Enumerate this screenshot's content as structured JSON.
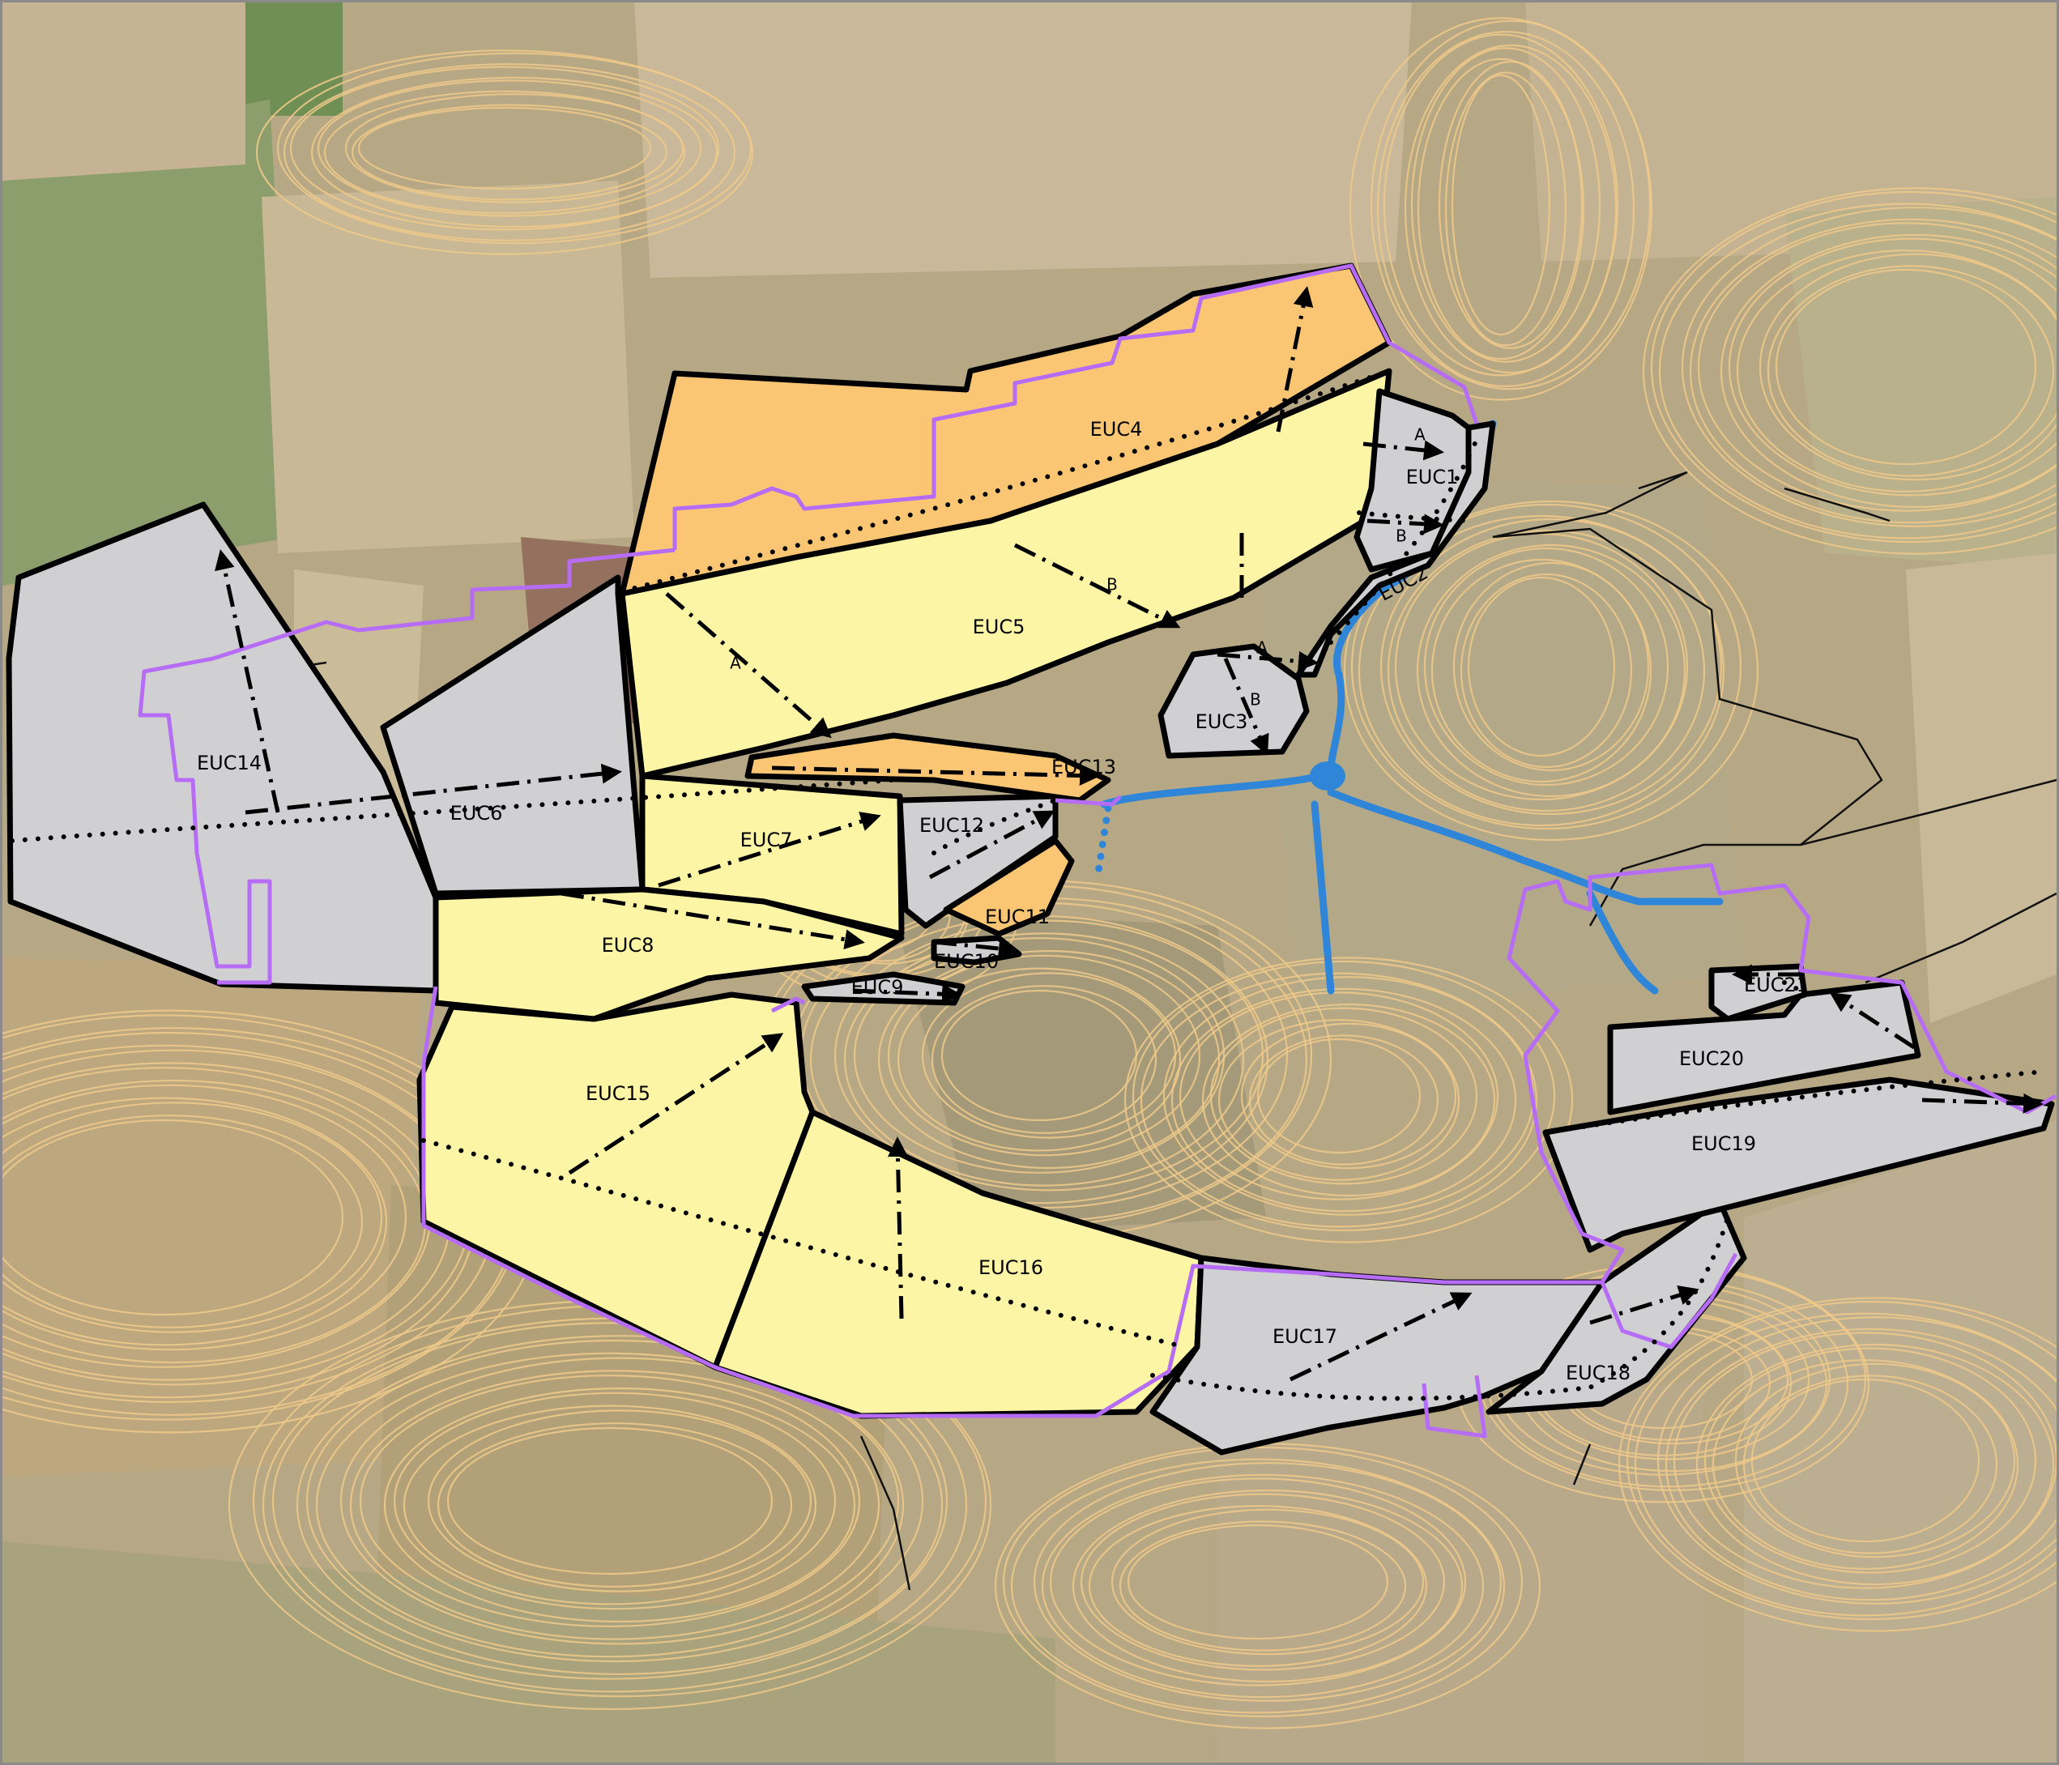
{
  "colors": {
    "grey_unit": "#d0d0d2",
    "yellow_unit": "#fdf5a6",
    "orange_unit": "#fbc674",
    "boundary": "#b76cf5",
    "stream": "#2f86d8",
    "contour": "#efc98a",
    "background": "#b9a886"
  },
  "units": [
    {
      "id": "EUC1",
      "label": "EUC1"
    },
    {
      "id": "EUC2",
      "label": "EUC2"
    },
    {
      "id": "EUC3",
      "label": "EUC3"
    },
    {
      "id": "EUC4",
      "label": "EUC4"
    },
    {
      "id": "EUC5",
      "label": "EUC5"
    },
    {
      "id": "EUC6",
      "label": "EUC6"
    },
    {
      "id": "EUC7",
      "label": "EUC7"
    },
    {
      "id": "EUC8",
      "label": "EUC8"
    },
    {
      "id": "EUC9",
      "label": "EUC9"
    },
    {
      "id": "EUC10",
      "label": "EUC10"
    },
    {
      "id": "EUC11",
      "label": "EUC11"
    },
    {
      "id": "EUC12",
      "label": "EUC12"
    },
    {
      "id": "EUC13",
      "label": "EUC13"
    },
    {
      "id": "EUC14",
      "label": "EUC14"
    },
    {
      "id": "EUC15",
      "label": "EUC15"
    },
    {
      "id": "EUC16",
      "label": "EUC16"
    },
    {
      "id": "EUC17",
      "label": "EUC17"
    },
    {
      "id": "EUC18",
      "label": "EUC18"
    },
    {
      "id": "EUC19",
      "label": "EUC19"
    },
    {
      "id": "EUC20",
      "label": "EUC20"
    },
    {
      "id": "EUC21",
      "label": "EUC21"
    }
  ],
  "flow_labels": {
    "a": "A",
    "b": "B"
  }
}
